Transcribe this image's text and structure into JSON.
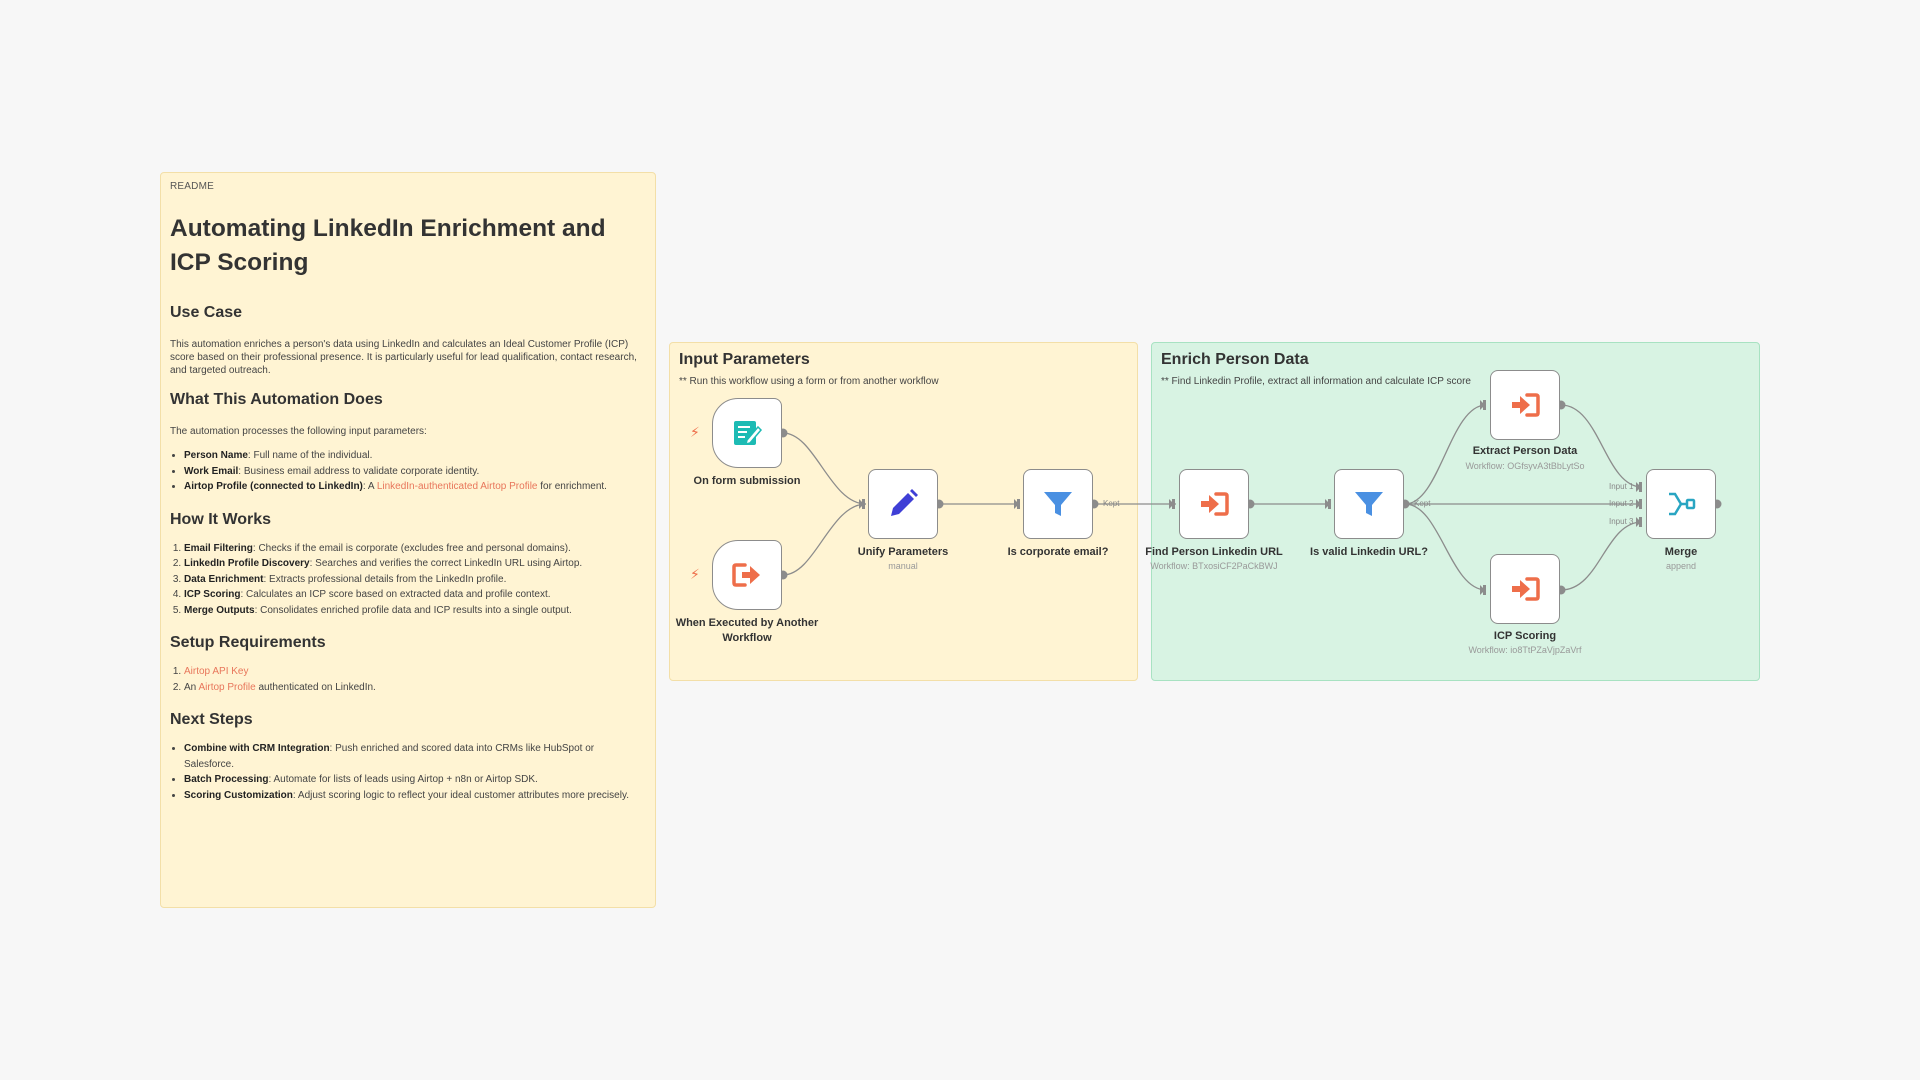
{
  "readme": {
    "caption": "README",
    "title": "Automating LinkedIn Enrichment and ICP Scoring",
    "use_case_heading": "Use Case",
    "use_case_text": "This automation enriches a person's data using LinkedIn and calculates an Ideal Customer Profile (ICP) score based on their professional presence. It is particularly useful for lead qualification, contact research, and targeted outreach.",
    "what_heading": "What This Automation Does",
    "what_intro": "The automation processes the following input parameters:",
    "params": [
      {
        "label": "Person Name",
        "text": ": Full name of the individual."
      },
      {
        "label": "Work Email",
        "text": ": Business email address to validate corporate identity."
      },
      {
        "label": "Airtop Profile (connected to LinkedIn)",
        "text": ": A ",
        "link": "LinkedIn-authenticated Airtop Profile",
        "after": " for enrichment."
      }
    ],
    "how_heading": "How It Works",
    "steps": [
      {
        "label": "Email Filtering",
        "text": ": Checks if the email is corporate (excludes free and personal domains)."
      },
      {
        "label": "LinkedIn Profile Discovery",
        "text": ": Searches and verifies the correct LinkedIn URL using Airtop."
      },
      {
        "label": "Data Enrichment",
        "text": ": Extracts professional details from the LinkedIn profile."
      },
      {
        "label": "ICP Scoring",
        "text": ": Calculates an ICP score based on extracted data and profile context."
      },
      {
        "label": "Merge Outputs",
        "text": ": Consolidates enriched profile data and ICP results into a single output."
      }
    ],
    "setup_heading": "Setup Requirements",
    "setup": [
      {
        "prefix": "",
        "link": "Airtop API Key",
        "after": ""
      },
      {
        "prefix": "An ",
        "link": "Airtop Profile",
        "after": " authenticated on LinkedIn."
      }
    ],
    "next_heading": "Next Steps",
    "next": [
      {
        "label": "Combine with CRM Integration",
        "text": ": Push enriched and scored data into CRMs like HubSpot or Salesforce."
      },
      {
        "label": "Batch Processing",
        "text": ": Automate for lists of leads using Airtop + n8n or Airtop SDK."
      },
      {
        "label": "Scoring Customization",
        "text": ": Adjust scoring logic to reflect your ideal customer attributes more precisely."
      }
    ]
  },
  "groups": {
    "input": {
      "title": "Input Parameters",
      "subtitle": "** Run this workflow using a form or from another workflow"
    },
    "enrich": {
      "title": "Enrich Person Data",
      "subtitle": "** Find Linkedin Profile, extract all information and calculate ICP score"
    }
  },
  "nodes": {
    "form": {
      "label": "On form submission"
    },
    "exec": {
      "label": "When Executed by Another Workflow"
    },
    "unify": {
      "label": "Unify Parameters",
      "sub": "manual"
    },
    "corp": {
      "label": "Is corporate email?"
    },
    "find": {
      "label": "Find Person Linkedin URL",
      "sub": "Workflow: BTxosiCF2PaCkBWJ"
    },
    "valid": {
      "label": "Is valid Linkedin URL?"
    },
    "extract": {
      "label": "Extract Person Data",
      "sub": "Workflow: OGfsyvA3tBbLytSo"
    },
    "icp": {
      "label": "ICP Scoring",
      "sub": "Workflow: io8TtPZaVjpZaVrf"
    },
    "merge": {
      "label": "Merge",
      "sub": "append"
    }
  },
  "edges": {
    "kept1": "Kept",
    "kept2": "Kept",
    "input1": "Input 1",
    "input2": "Input 2",
    "input3": "Input 3"
  },
  "colors": {
    "form_icon": "#1dbbb4",
    "pencil_icon": "#3f3fd6",
    "filter_icon": "#4a90e2",
    "workflow_icon": "#ee6e4a",
    "merge_icon": "#29a5c2",
    "wire": "#8c8c8c"
  }
}
